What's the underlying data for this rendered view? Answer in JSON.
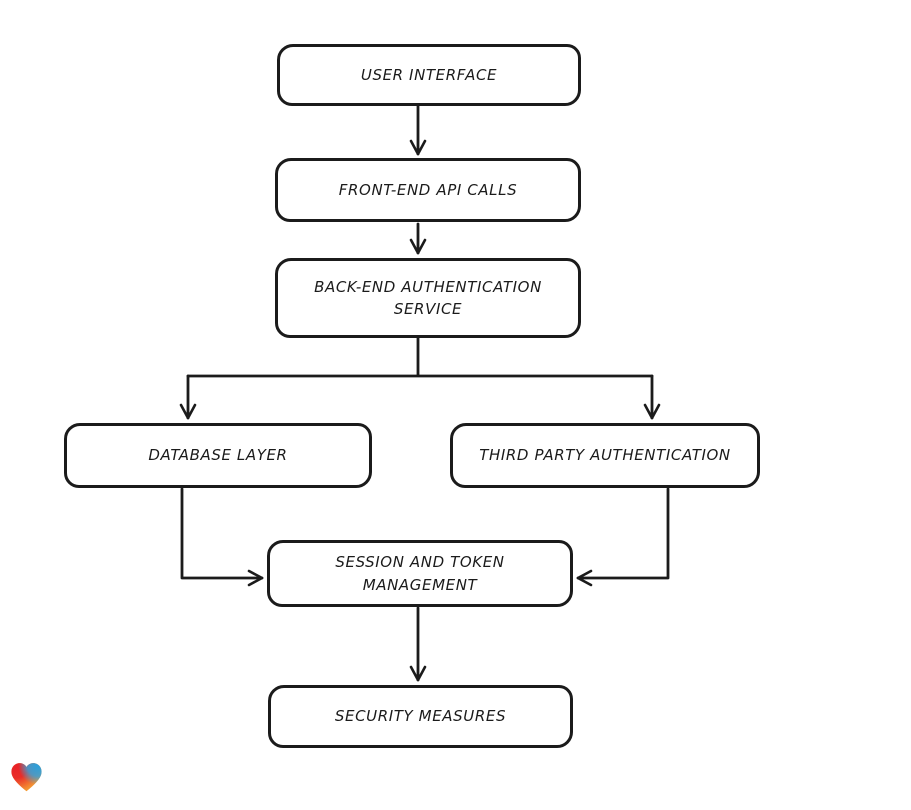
{
  "diagram": {
    "nodes": [
      {
        "id": "user-interface",
        "label": "USER INTERFACE"
      },
      {
        "id": "front-end-api-calls",
        "label": "FRONT-END API CALLS"
      },
      {
        "id": "back-end-authentication-service",
        "label": "BACK-END AUTHENTICATION SERVICE"
      },
      {
        "id": "database-layer",
        "label": "DATABASE LAYER"
      },
      {
        "id": "third-party-authentication",
        "label": "THIRD PARTY AUTHENTICATION"
      },
      {
        "id": "session-and-token-management",
        "label": "SESSION AND TOKEN MANAGEMENT"
      },
      {
        "id": "security-measures",
        "label": "SECURITY MEASURES"
      }
    ],
    "edges": [
      {
        "from": "user-interface",
        "to": "front-end-api-calls"
      },
      {
        "from": "front-end-api-calls",
        "to": "back-end-authentication-service"
      },
      {
        "from": "back-end-authentication-service",
        "to": "database-layer"
      },
      {
        "from": "back-end-authentication-service",
        "to": "third-party-authentication"
      },
      {
        "from": "database-layer",
        "to": "session-and-token-management"
      },
      {
        "from": "third-party-authentication",
        "to": "session-and-token-management"
      },
      {
        "from": "session-and-token-management",
        "to": "security-measures"
      }
    ],
    "colors": {
      "stroke": "#1b1b1b",
      "node_fill": "#ffffff",
      "background": "#ffffff"
    },
    "watermark": {
      "icon": "heart-logo-icon",
      "colors": [
        "#e82127",
        "#f49b33",
        "#36a0d8"
      ]
    }
  }
}
